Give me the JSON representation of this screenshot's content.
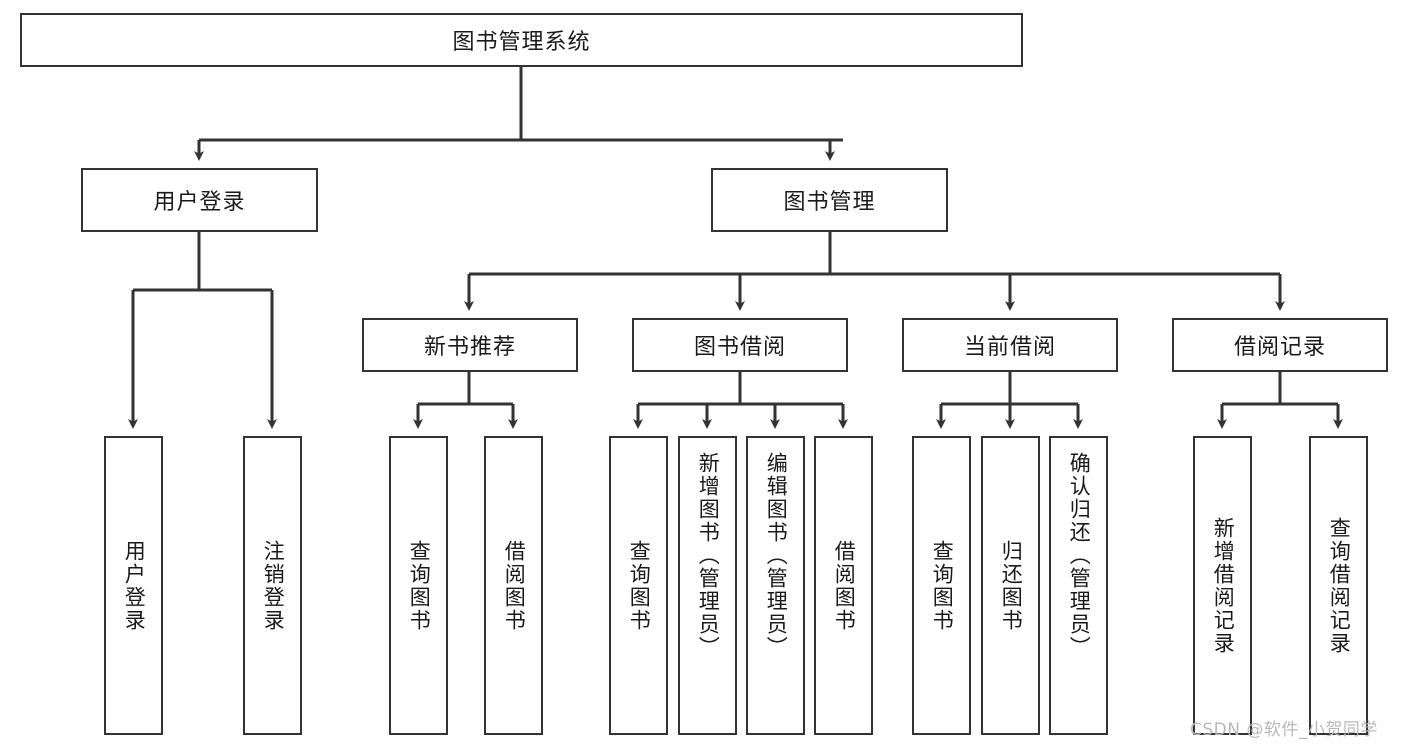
{
  "diagram": {
    "type": "tree-hierarchy",
    "title": "图书管理系统",
    "watermark": "CSDN @软件_小贺同学",
    "colors": {
      "box_border": "#333333",
      "box_fill": "#ffffff",
      "edge": "#333333",
      "text": "#1a1a1a",
      "watermark": "#b9b9b9",
      "background": "#ffffff"
    },
    "nodes": {
      "root": {
        "label": "图书管理系统"
      },
      "level2": [
        {
          "id": "user-login",
          "label": "用户登录"
        },
        {
          "id": "book-management",
          "label": "图书管理"
        }
      ],
      "level3": [
        {
          "id": "new-book-recommend",
          "label": "新书推荐"
        },
        {
          "id": "book-borrow",
          "label": "图书借阅"
        },
        {
          "id": "current-borrow",
          "label": "当前借阅"
        },
        {
          "id": "borrow-record",
          "label": "借阅记录"
        }
      ],
      "leaves": {
        "user_login": [
          {
            "id": "leaf-user-login",
            "label": "用户登录"
          },
          {
            "id": "leaf-logout-login",
            "label": "注销登录"
          }
        ],
        "new_book_recommend": [
          {
            "id": "leaf-query-book-1",
            "label": "查询图书"
          },
          {
            "id": "leaf-borrow-book-1",
            "label": "借阅图书"
          }
        ],
        "book_borrow": [
          {
            "id": "leaf-query-book-2",
            "label": "查询图书"
          },
          {
            "id": "leaf-add-book",
            "label": "新增图书（管理员）"
          },
          {
            "id": "leaf-edit-book",
            "label": "编辑图书（管理员）"
          },
          {
            "id": "leaf-borrow-book-2",
            "label": "借阅图书"
          }
        ],
        "current_borrow": [
          {
            "id": "leaf-query-book-3",
            "label": "查询图书"
          },
          {
            "id": "leaf-return-book",
            "label": "归还图书"
          },
          {
            "id": "leaf-confirm-return",
            "label": "确认归还（管理员）"
          }
        ],
        "borrow_record": [
          {
            "id": "leaf-add-borrow-record",
            "label": "新增借阅记录"
          },
          {
            "id": "leaf-query-borrow-record",
            "label": "查询借阅记录"
          }
        ]
      }
    }
  }
}
